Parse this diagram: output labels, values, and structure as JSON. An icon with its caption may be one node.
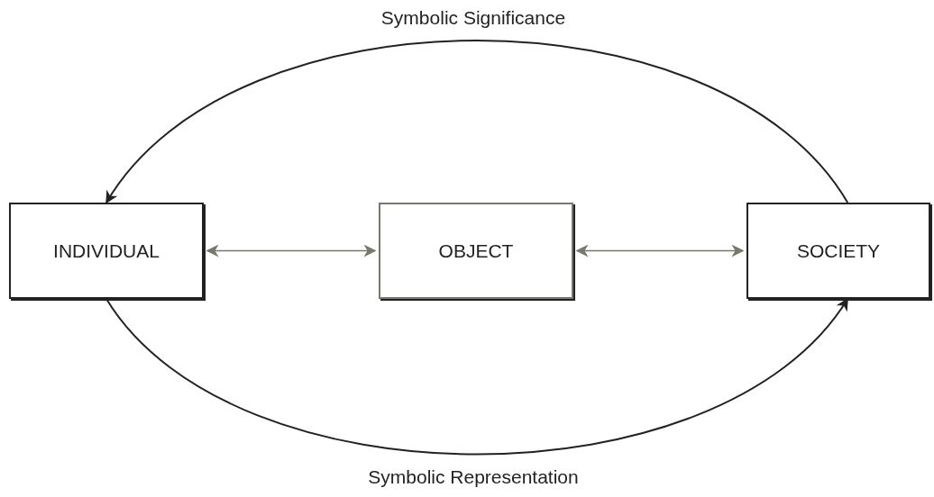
{
  "diagram": {
    "nodes": [
      {
        "text": [
          "INDIVIDUAL"
        ]
      },
      {
        "text": [
          "OBJECT"
        ]
      },
      {
        "text": [
          "SOCIETY"
        ]
      }
    ],
    "edges": [
      {
        "from": 0,
        "to": 1,
        "arrow": "both",
        "color": "#77776f"
      },
      {
        "from": 1,
        "to": 2,
        "arrow": "both",
        "color": "#77776f"
      },
      {
        "from": 2,
        "to": 0,
        "arrow": "to",
        "label": "Symbolic Significance"
      },
      {
        "from": 0,
        "to": 2,
        "arrow": "to",
        "label": "Symbolic Representation"
      }
    ]
  }
}
